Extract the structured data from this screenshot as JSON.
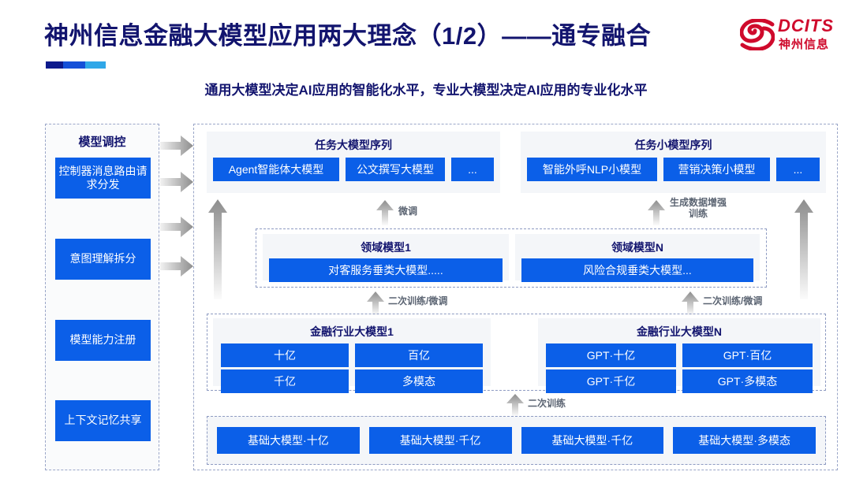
{
  "header": {
    "title": "神州信息金融大模型应用两大理念（1/2）——通专融合",
    "subtitle": "通用大模型决定AI应用的智能化水平，专业大模型决定AI应用的专业化水平",
    "logo": {
      "en": "DCITS",
      "cn": "神州信息"
    },
    "accent_navy": "#12146e",
    "accent_blue": "#0b5fe8",
    "accent_red": "#cf0a2c"
  },
  "control_column": {
    "title": "模型调控",
    "items": [
      {
        "label": "控制器消息路由请求分发"
      },
      {
        "label": "意图理解拆分"
      },
      {
        "label": "模型能力注册"
      },
      {
        "label": "上下文记忆共享"
      }
    ]
  },
  "task_panels": [
    {
      "title": "任务大模型序列",
      "chips": [
        "Agent智能体大模型",
        "公文撰写大模型",
        "..."
      ]
    },
    {
      "title": "任务小模型序列",
      "chips": [
        "智能外呼NLP小模型",
        "营销决策小模型",
        "..."
      ]
    }
  ],
  "domain_panels": [
    {
      "title": "领域模型1",
      "chips": [
        "对客服务垂类大模型....."
      ]
    },
    {
      "title": "领域模型N",
      "chips": [
        "风险合规垂类大模型..."
      ]
    }
  ],
  "industry_panels": [
    {
      "title": "金融行业大模型1",
      "chips": [
        "十亿",
        "百亿",
        "千亿",
        "多模态"
      ]
    },
    {
      "title": "金融行业大模型N",
      "chips": [
        "GPT·十亿",
        "GPT·百亿",
        "GPT·千亿",
        "GPT·多模态"
      ]
    }
  ],
  "base_models": {
    "chips": [
      "基础大模型·十亿",
      "基础大模型·千亿",
      "基础大模型·千亿",
      "基础大模型·多模态"
    ]
  },
  "arrow_labels": {
    "finetune": "微调",
    "data_aug": "生成数据增强\n训练",
    "retrain_finetune_left": "二次训练/微调",
    "retrain_finetune_right": "二次训练/微调",
    "retrain": "二次训练"
  }
}
